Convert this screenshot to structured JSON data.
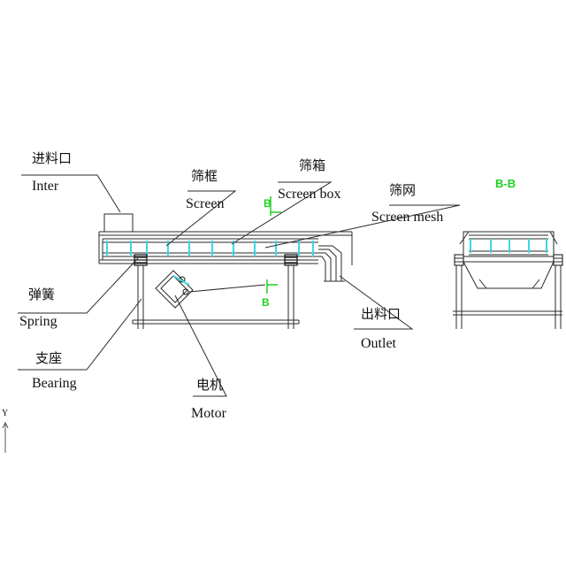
{
  "colors": {
    "line": "#2a2a2a",
    "accent": "#3fd6e6",
    "section": "#1fd11f"
  },
  "labels": {
    "inlet": {
      "zh": "进料口",
      "en": "Inter"
    },
    "screen": {
      "zh": "筛框",
      "en": "Screen"
    },
    "screen_box": {
      "zh": "筛箱",
      "en": "Screen box"
    },
    "screen_mesh": {
      "zh": "筛网",
      "en": "Screen mesh"
    },
    "spring": {
      "zh": "弹簧",
      "en": "Spring"
    },
    "bearing": {
      "zh": "支座",
      "en": "Bearing"
    },
    "motor": {
      "zh": "电机",
      "en": "Motor"
    },
    "outlet": {
      "zh": "出料口",
      "en": "Outlet"
    }
  },
  "section": {
    "title": "B-B",
    "marker_top": "B",
    "marker_bottom": "B"
  },
  "axis": {
    "label": "Y"
  }
}
